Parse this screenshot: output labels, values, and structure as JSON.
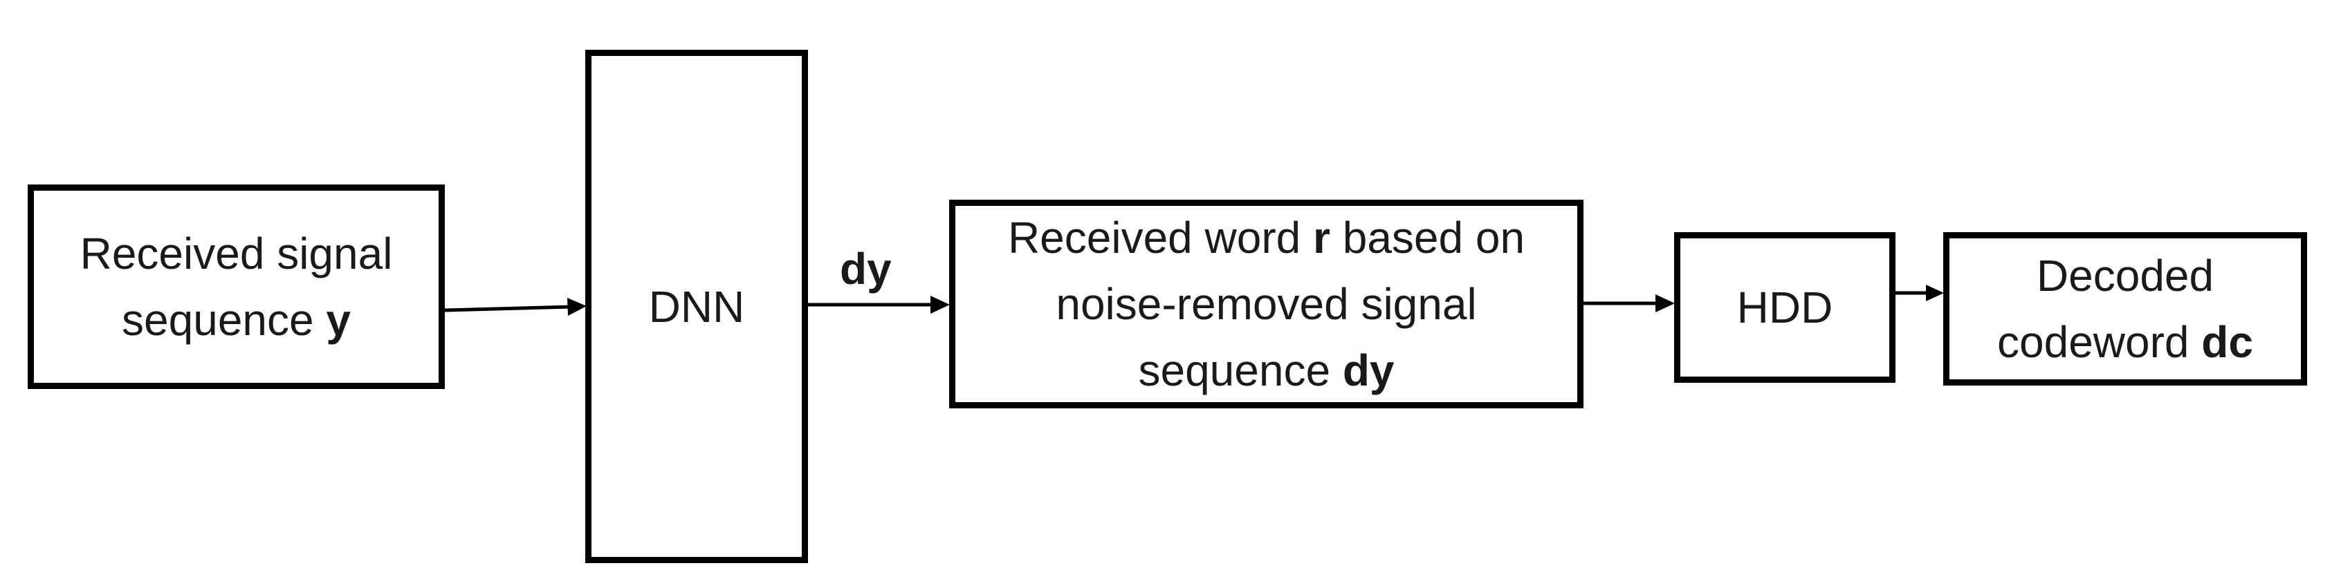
{
  "diagram": {
    "input_box": {
      "line1": "Received signal",
      "line2_prefix": "sequence ",
      "line2_bold": "y"
    },
    "dnn_box": {
      "label": "DNN"
    },
    "dnn_output_label": "dy",
    "received_word_box": {
      "line1_prefix": "Received word ",
      "line1_bold": "r",
      "line1_suffix": " based on",
      "line2": "noise-removed signal",
      "line3_prefix": "sequence ",
      "line3_bold": "dy"
    },
    "hdd_box": {
      "label": "HDD"
    },
    "decoded_box": {
      "line1": "Decoded",
      "line2_prefix": "codeword ",
      "line2_bold": "dc"
    }
  }
}
